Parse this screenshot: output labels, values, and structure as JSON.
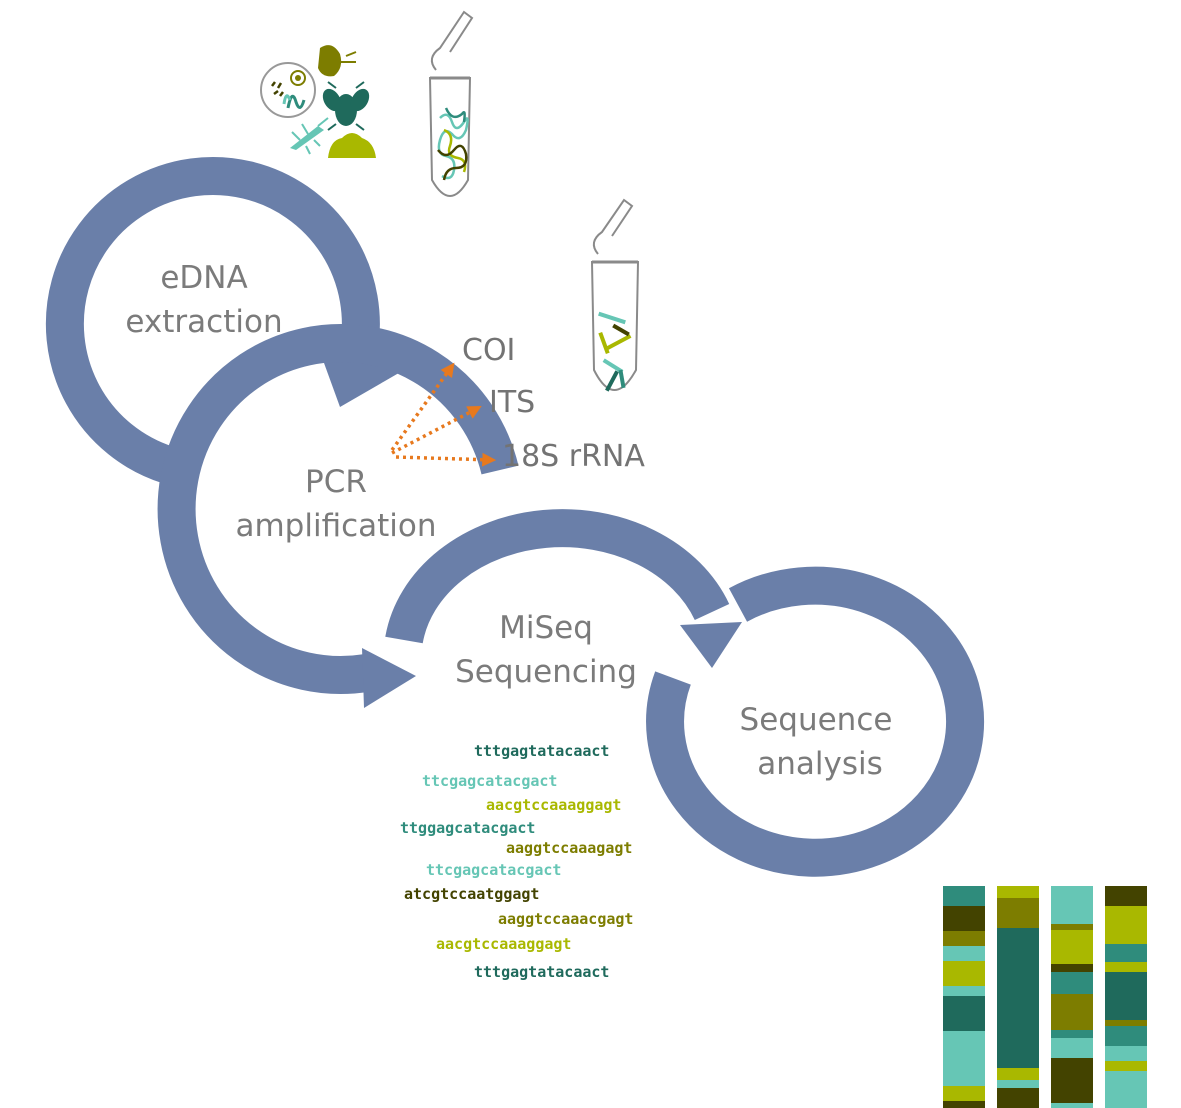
{
  "stages": [
    {
      "lines": [
        "eDNA",
        "extraction"
      ]
    },
    {
      "lines": [
        "PCR",
        "amplification"
      ]
    },
    {
      "lines": [
        "MiSeq",
        "Sequencing"
      ]
    },
    {
      "lines": [
        "Sequence",
        "analysis"
      ]
    }
  ],
  "markers": [
    "COI",
    "ITS",
    "18S rRNA"
  ],
  "sequences": [
    {
      "text": "tttgagtatacaact",
      "color": "#1f6a5c"
    },
    {
      "text": "ttcgagcatacgact",
      "color": "#66c6b5"
    },
    {
      "text": "aacgtccaaaggagt",
      "color": "#a9b800"
    },
    {
      "text": "ttggagcatacgact",
      "color": "#2f8c7c"
    },
    {
      "text": "aaggtccaaagagt",
      "color": "#7d7d00"
    },
    {
      "text": "ttcgagcatacgact",
      "color": "#66c6b5"
    },
    {
      "text": "atcgtccaatggagt",
      "color": "#434300"
    },
    {
      "text": "aaggtccaaacgagt",
      "color": "#7d7d00"
    },
    {
      "text": "aacgtccaaaggagt",
      "color": "#a9b800"
    },
    {
      "text": "tttgagtatacaact",
      "color": "#1f6a5c"
    }
  ],
  "colors": {
    "cycle_arrow": "#6a7fa9",
    "marker_arrow": "#e7791e",
    "dark_olive": "#434300",
    "olive": "#7d7d00",
    "lime": "#a9b800",
    "dark_teal": "#1f6a5c",
    "teal": "#2f8c7c",
    "aqua": "#66c6b5"
  },
  "bar_columns": [
    [
      [
        "#2f8c7c",
        20
      ],
      [
        "#434300",
        25
      ],
      [
        "#7d7d00",
        15
      ],
      [
        "#66c6b5",
        15
      ],
      [
        "#a9b800",
        25
      ],
      [
        "#66c6b5",
        10
      ],
      [
        "#1f6a5c",
        35
      ],
      [
        "#66c6b5",
        55
      ],
      [
        "#a9b800",
        15
      ],
      [
        "#434300",
        20
      ]
    ],
    [
      [
        "#a9b800",
        12
      ],
      [
        "#7d7d00",
        30
      ],
      [
        "#1f6a5c",
        140
      ],
      [
        "#a9b800",
        12
      ],
      [
        "#66c6b5",
        8
      ],
      [
        "#434300",
        20
      ]
    ],
    [
      [
        "#66c6b5",
        38
      ],
      [
        "#7d7d00",
        6
      ],
      [
        "#a9b800",
        34
      ],
      [
        "#434300",
        8
      ],
      [
        "#2f8c7c",
        22
      ],
      [
        "#7d7d00",
        6
      ],
      [
        "#7d7d00",
        30
      ],
      [
        "#2f8c7c",
        8
      ],
      [
        "#66c6b5",
        20
      ],
      [
        "#434300",
        45
      ],
      [
        "#66c6b5",
        15
      ]
    ],
    [
      [
        "#434300",
        20
      ],
      [
        "#a9b800",
        38
      ],
      [
        "#2f8c7c",
        18
      ],
      [
        "#a9b800",
        10
      ],
      [
        "#1f6a5c",
        48
      ],
      [
        "#7d7d00",
        6
      ],
      [
        "#2f8c7c",
        20
      ],
      [
        "#66c6b5",
        15
      ],
      [
        "#a9b800",
        10
      ],
      [
        "#66c6b5",
        37
      ]
    ]
  ],
  "icons": [
    "organisms-icon",
    "tube-dna-icon",
    "tube-amplicons-icon"
  ]
}
